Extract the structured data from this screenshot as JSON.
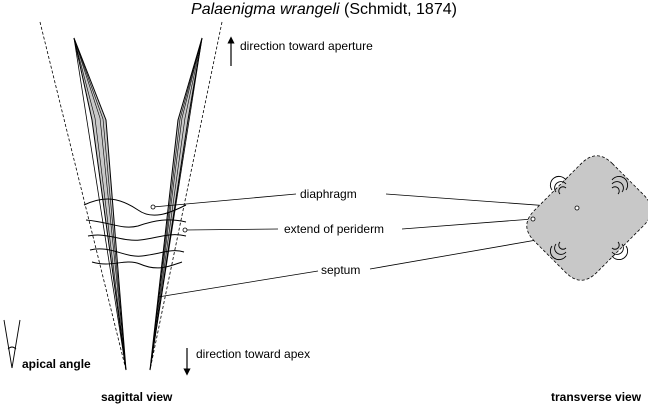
{
  "title": {
    "species": "Palaenigma wrangeli",
    "author": "(Schmidt, 1874)"
  },
  "labels": {
    "direction_aperture": "direction toward aperture",
    "direction_apex": "direction toward apex",
    "diaphragm": "diaphragm",
    "periderm": "extend of periderm",
    "septum": "septum",
    "apical_angle": "apical angle",
    "sagittal_view": "sagittal view",
    "transverse_view": "transverse view"
  },
  "colors": {
    "stroke": "#000000",
    "wall_fill": "#c8c8c8",
    "cross_section_fill": "#c8c8c8",
    "background": "#ffffff"
  }
}
